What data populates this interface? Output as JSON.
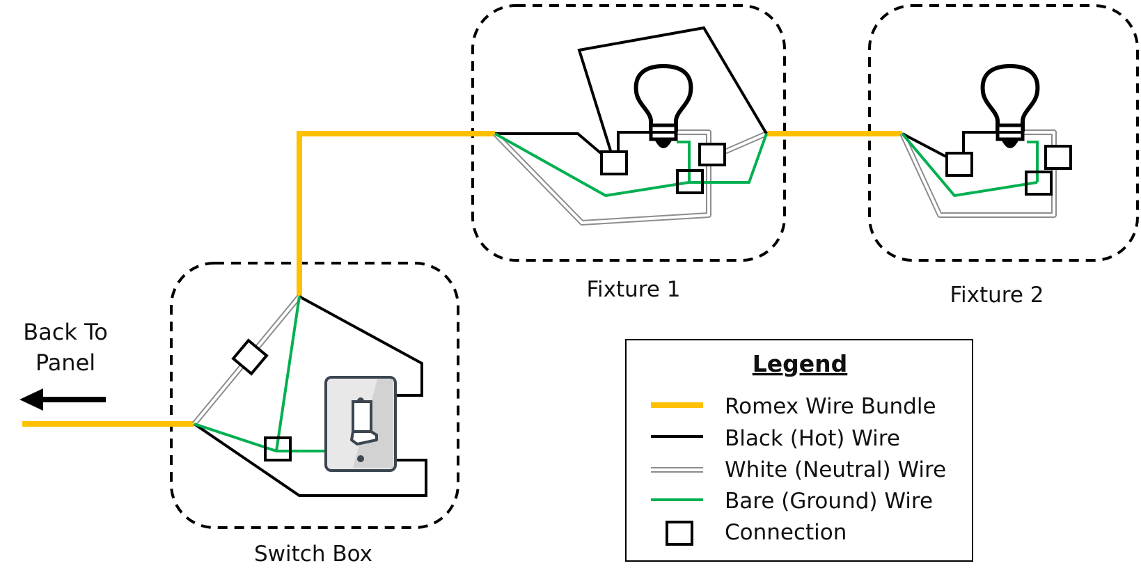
{
  "labels": {
    "panel_line1": "Back To",
    "panel_line2": "Panel",
    "switch_box": "Switch Box",
    "fixture1": "Fixture 1",
    "fixture2": "Fixture 2"
  },
  "legend": {
    "title": "Legend",
    "items": [
      {
        "label": "Romex Wire Bundle",
        "kind": "romex"
      },
      {
        "label": "Black (Hot) Wire",
        "kind": "black"
      },
      {
        "label": "White (Neutral) Wire",
        "kind": "white"
      },
      {
        "label": "Bare (Ground) Wire",
        "kind": "ground"
      },
      {
        "label": "Connection",
        "kind": "connection"
      }
    ]
  },
  "colors": {
    "romex": "#FFC000",
    "hot": "#000000",
    "neutral": "#FFFFFF",
    "neutral_outline": "#8C8C8C",
    "ground": "#00B050",
    "switch_plate": "#E8E8E8",
    "switch_outline": "#3C4650"
  },
  "icons": [
    "arrow-left-icon",
    "light-bulb-icon",
    "light-switch-icon",
    "connection-box-icon"
  ]
}
